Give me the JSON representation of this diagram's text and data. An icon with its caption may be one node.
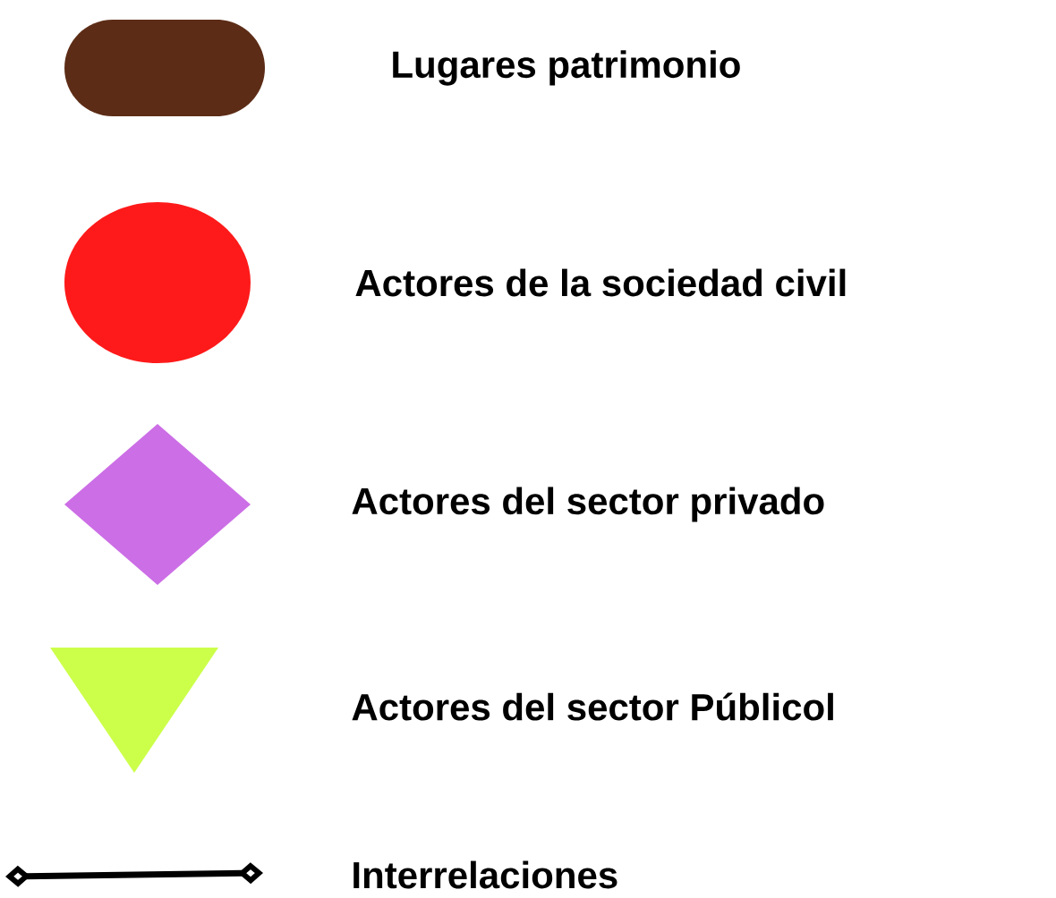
{
  "diagram": {
    "legend": [
      {
        "text": "Lugares patrimonio",
        "color": "#5c2c16"
      },
      {
        "text": "Actores de la sociedad civil",
        "color": "#fe1a1a"
      },
      {
        "text": "Actores del sector privado",
        "color": "#cc6ee6"
      },
      {
        "text": "Actores del sector Públicol",
        "color": "#ccff4a"
      },
      {
        "text": "Interrelaciones"
      }
    ]
  }
}
